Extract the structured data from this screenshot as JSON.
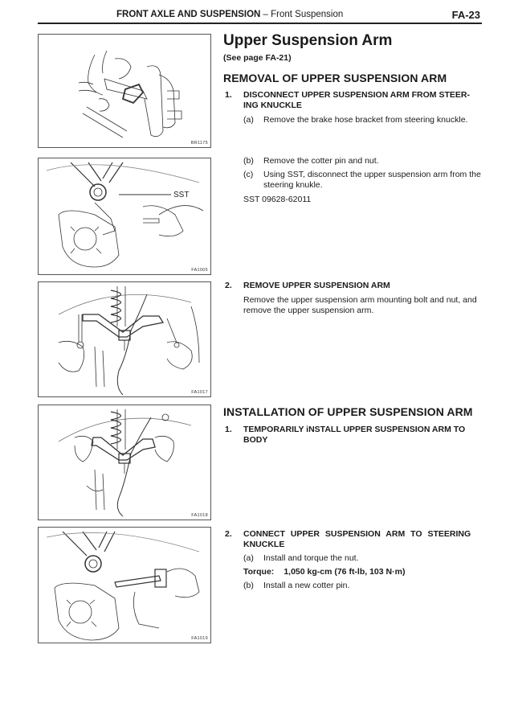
{
  "header": {
    "section": "FRONT AXLE AND SUSPENSION",
    "separator": " – ",
    "subsection": "Front Suspension",
    "page_number": "FA-23"
  },
  "title": "Upper Suspension Arm",
  "see_page": "(See page FA-21)",
  "removal": {
    "heading": "REMOVAL OF UPPER SUSPENSION ARM",
    "steps": [
      {
        "num": "1.",
        "title": "DISCONNECT UPPER SUSPENSION ARM FROM STEER-ING KNUCKLE",
        "substeps": [
          {
            "label": "(a)",
            "text": "Remove the brake hose bracket from steering knuckle."
          },
          {
            "label": "(b)",
            "text": "Remove the cotter pin and nut."
          },
          {
            "label": "(c)",
            "text": "Using SST, disconnect the upper suspension arm from the steering knukle."
          }
        ],
        "sst": "SST 09628-62011"
      },
      {
        "num": "2.",
        "title": "REMOVE UPPER SUSPENSION ARM",
        "text": "Remove the upper suspension arm mounting bolt and nut, and remove the upper suspension arm."
      }
    ]
  },
  "installation": {
    "heading": "INSTALLATION OF UPPER SUSPENSION ARM",
    "steps": [
      {
        "num": "1.",
        "title": "TEMPORARILY iNSTALL UPPER SUSPENSION ARM TO BODY"
      },
      {
        "num": "2.",
        "title": "CONNECT UPPER SUSPENSION ARM TO STEERING KNUCKLE",
        "substeps": [
          {
            "label": "(a)",
            "text": "Install and torque the nut."
          },
          {
            "label": "(b)",
            "text": "Install a new cotter pin."
          }
        ],
        "torque_label": "Torque:",
        "torque_value": "1,050 kg-cm (76 ft-lb, 103 N·m)"
      }
    ]
  },
  "figures": [
    {
      "code": "BR1175"
    },
    {
      "code": "FA1005",
      "callout": "SST"
    },
    {
      "code": "FA1017"
    },
    {
      "code": "FA1018"
    },
    {
      "code": "FA1019"
    }
  ]
}
